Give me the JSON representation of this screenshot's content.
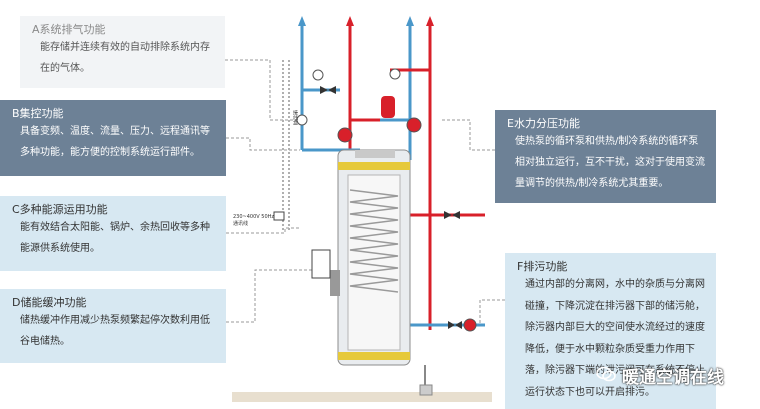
{
  "panels": {
    "a": {
      "title": "A系统排气功能",
      "body": "能存储并连续有效的自动排除系统内存在的气体。"
    },
    "b": {
      "title": "B集控功能",
      "body": "具备变频、温度、流量、压力、远程通讯等多种功能，能方便的控制系统运行部件。"
    },
    "c": {
      "title": "C多种能源运用功能",
      "body": "能有效结合太阳能、锅炉、余热回收等多种能源供系统使用。"
    },
    "d": {
      "title": "D储能缓冲功能",
      "body": "储热缓冲作用减少热泵频繁起停次数利用低谷电储热。"
    },
    "e": {
      "title": "E水力分压功能",
      "body": "使热泵的循环泵和供热/制冷系统的循环泵相对独立运行，互不干扰，这对于使用变流量调节的供热/制冷系统尤其重要。"
    },
    "f": {
      "title": "F排污功能",
      "body": "通过内部的分离网，水中的杂质与分离网碰撞，下降沉淀在排污器下部的储污舱，除污器内部巨大的空间使水流经过的速度降低，便于水中颗粒杂质受重力作用下落，除污器下端的泄污阀可在系统不停止运行状态下也可以开启排污。"
    }
  },
  "labels": {
    "power": "230~400V 50Hz",
    "comm": "通讯线",
    "side": "接线盒"
  },
  "watermark": "暖通空调在线",
  "colors": {
    "hot": "#d8202a",
    "cold": "#4a97c9",
    "dark_panel": "#6d8196",
    "light_panel": "#d7e8f2",
    "tank_cap": "#e6c93a"
  },
  "icons": [
    "wechat-icon"
  ]
}
